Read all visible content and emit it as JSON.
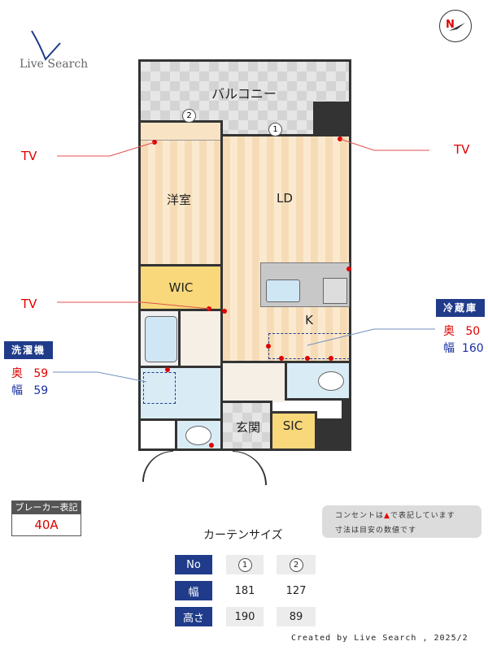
{
  "logo": {
    "text": "Live Search"
  },
  "compass": {
    "label": "N"
  },
  "rooms": {
    "balcony": "バルコニー",
    "western": "洋室",
    "ld": "LD",
    "wic": "WIC",
    "kitchen": "K",
    "entrance": "玄関",
    "sic": "SIC"
  },
  "windows": {
    "w1": "1",
    "w2": "2"
  },
  "tv_labels": [
    "TV",
    "TV",
    "TV"
  ],
  "fridge": {
    "title": "冷蔵庫",
    "depth_label": "奥",
    "depth": "50",
    "width_label": "幅",
    "width": "160"
  },
  "washer": {
    "title": "洗濯機",
    "depth_label": "奥",
    "depth": "59",
    "width_label": "幅",
    "width": "59"
  },
  "breaker": {
    "title": "ブレーカー表記",
    "value": "40A"
  },
  "note": {
    "line1_pre": "コンセントは",
    "line1_post": "で表記しています",
    "line2": "寸法は目安の数値です"
  },
  "curtain": {
    "title": "カーテンサイズ",
    "headers": [
      "No",
      "幅",
      "高さ"
    ],
    "columns": [
      {
        "no": "1",
        "width": "181",
        "height": "190"
      },
      {
        "no": "2",
        "width": "127",
        "height": "89"
      }
    ]
  },
  "footer": "Created by Live Search , 2025/2",
  "colors": {
    "accent": "#1f3b8a",
    "outlet": "#e00000"
  }
}
